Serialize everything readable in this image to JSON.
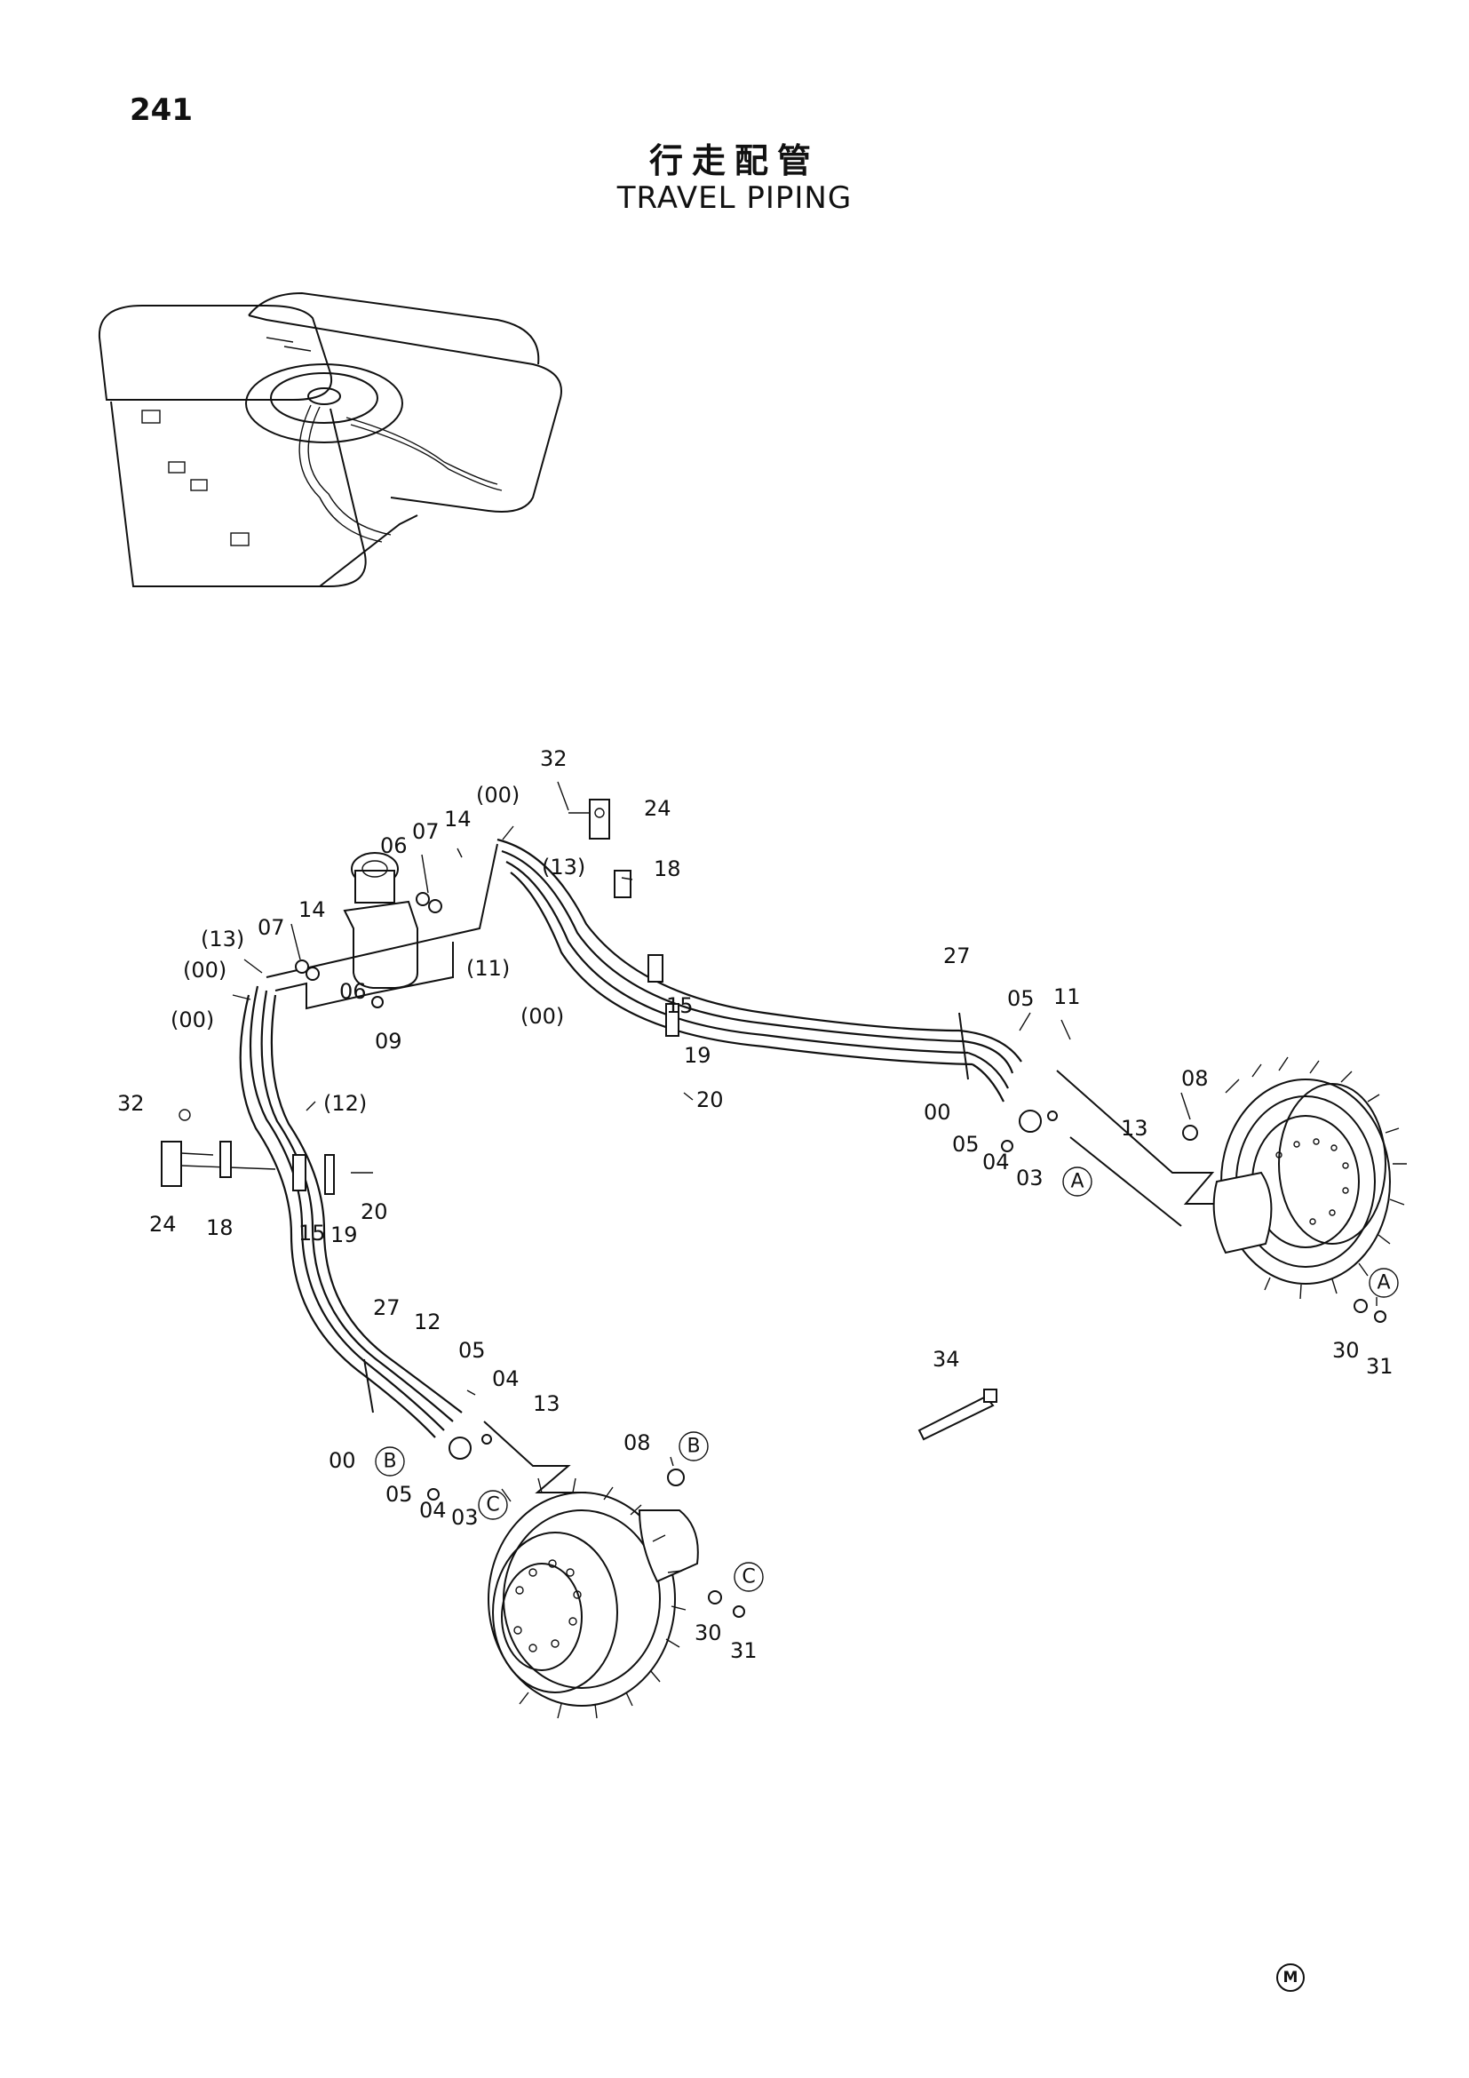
{
  "header": {
    "page_number": "241",
    "title_jp": "行走配管",
    "title_en": "TRAVEL PIPING"
  },
  "corner_mark": "M",
  "callouts": {
    "c32a": "32",
    "c24a": "24",
    "c18a": "18",
    "c00top": "(00)",
    "c14top": "14",
    "c07top": "07",
    "c06top": "06",
    "c13top": "(13)",
    "c11": "(11)",
    "c00mid": "(00)",
    "c15a": "15",
    "c19a": "19",
    "c20a": "20",
    "c13left": "(13)",
    "c07left": "07",
    "c14left": "14",
    "c00left1": "(00)",
    "c06left": "06",
    "c09": "09",
    "c00left2": "(00)",
    "c12": "(12)",
    "c32b": "32",
    "c24b": "24",
    "c18b": "18",
    "c15b": "15",
    "c19b": "19",
    "c20b": "20",
    "c27a": "27",
    "c05a": "05",
    "c11b": "11",
    "c00r": "00",
    "c05b": "05",
    "c04a": "04",
    "c03a": "03",
    "c13r": "13",
    "c08a": "08",
    "c30a": "30",
    "c31a": "31",
    "c34": "34",
    "c27b": "27",
    "c12b": "12",
    "c05c": "05",
    "c04b": "04",
    "c13b": "13",
    "c00b": "00",
    "c05d": "05",
    "c04c": "04",
    "c03b": "03",
    "c08b": "08",
    "c30b": "30",
    "c31b": "31"
  },
  "reference_markers": {
    "A1": "A",
    "A2": "A",
    "B1": "B",
    "B2": "B",
    "C1": "C",
    "C2": "C"
  },
  "colors": {
    "ink": "#111111",
    "paper": "#ffffff"
  }
}
